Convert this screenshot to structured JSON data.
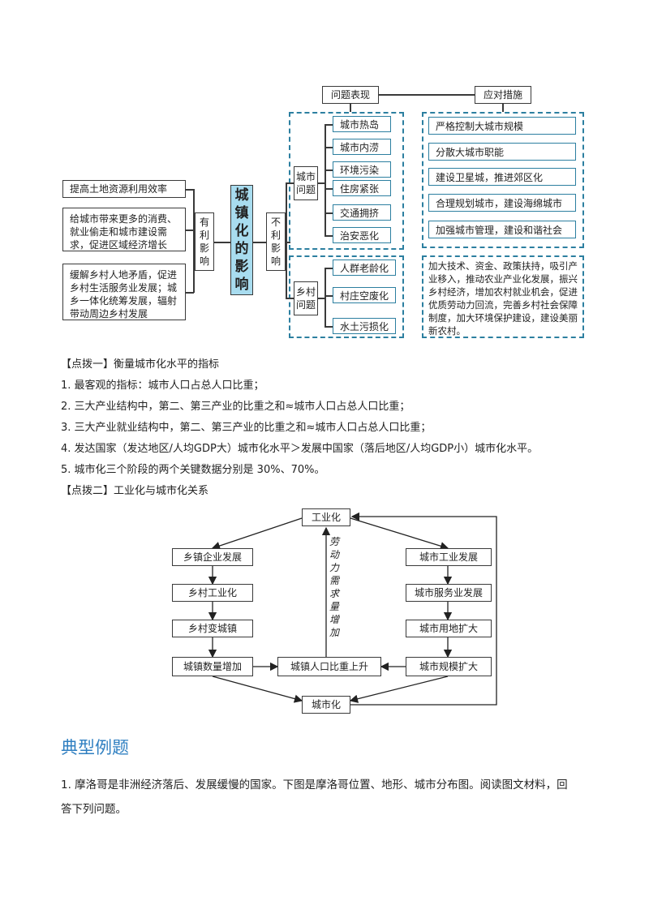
{
  "mindmap": {
    "problems_header": "问题表现",
    "measures_header": "应对措施",
    "center": "城镇化的影响",
    "positive": "有利影响",
    "negative": "不利影响",
    "positive_items": [
      "提高土地资源利用效率",
      "给城市带来更多的消费、就业偷走和城市建设需求，促进区域经济增长",
      "缓解乡村人地矛盾，促进乡村生活服务业发展；城乡一体化统筹发展，辐射带动周边乡村发展"
    ],
    "urban_group": "城市问题",
    "urban_items": [
      "城市热岛",
      "城市内涝",
      "环境污染",
      "住房紧张",
      "交通拥挤",
      "治安恶化"
    ],
    "urban_measures": [
      "严格控制大城市规模",
      "分散大城市职能",
      "建设卫星城，推进郊区化",
      "合理规划城市，建设海绵城市",
      "加强城市管理，建设和谐社会"
    ],
    "rural_group": "乡村问题",
    "rural_items": [
      "人群老龄化",
      "村庄空废化",
      "水土污损化"
    ],
    "rural_measures": "加大技术、资金、政策扶持，吸引产业移入，推动农业产业化发展，振兴乡村经济，增加农村就业机会，促进优质劳动力回流，完善乡村社会保障制度，加大环境保护建设，建设美丽新农村。"
  },
  "points": {
    "tip1_title": "【点拨一】衡量城市化水平的指标",
    "tip1_items": [
      "1. 最客观的指标：城市人口占总人口比重；",
      "2. 三大产业结构中，第二、第三产业的比重之和≈城市人口占总人口比重；",
      "3. 三大产业就业结构中，第二、第三产业的比重之和≈城市人口占总人口比重；",
      "4. 发达国家（发达地区/人均GDP大）城市化水平＞发展中国家（落后地区/人均GDP小）城市化水平。",
      "5. 城市化三个阶段的两个关键数据分别是 30%、70%。"
    ],
    "tip2_title": "【点拨二】工业化与城市化关系"
  },
  "flow": {
    "top": "工业化",
    "bottom": "城市化",
    "left": [
      "乡镇企业发展",
      "乡村工业化",
      "乡村变城镇",
      "城镇数量增加"
    ],
    "right": [
      "城市工业发展",
      "城市服务业发展",
      "城市用地扩大",
      "城市规模扩大"
    ],
    "middle": "城镇人口比重上升",
    "vertical_label": "劳动力需求量增加"
  },
  "section": {
    "heading": "典型例题",
    "question_line1": "1. 摩洛哥是非洲经济落后、发展缓慢的国家。下图是摩洛哥位置、地形、城市分布图。阅读图文材料，回",
    "question_line2": "答下列问题。"
  }
}
